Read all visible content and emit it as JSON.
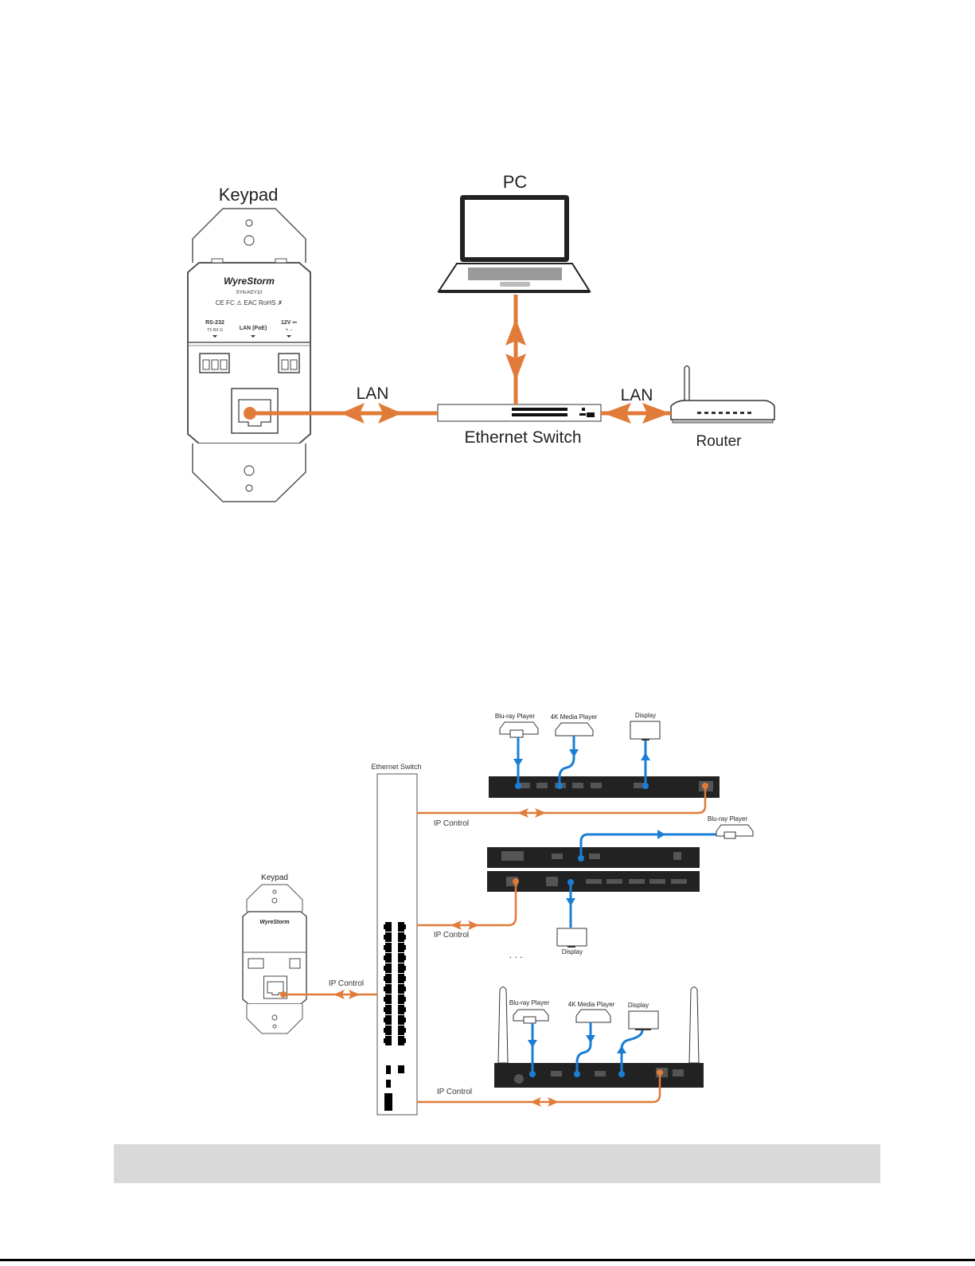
{
  "colors": {
    "lan_cable": "#e07b39",
    "av_cable": "#1a7fd4",
    "device_outline": "#4a4a4a",
    "device_body": "#222222",
    "caption_bar": "#d9d9d9"
  },
  "diagram1": {
    "keypad": {
      "label": "Keypad",
      "brand": "WyreStorm",
      "model": "SYN-KEY10",
      "cert_marks": "CE FC ⚠ EAC RoHS ✗",
      "rs232_label": "RS-232",
      "rs232_pins": "TX RX G",
      "lan_label": "LAN (PoE)",
      "power_label": "12V ⎓",
      "power_pins": "+ −"
    },
    "pc": {
      "label": "PC"
    },
    "switch": {
      "label": "Ethernet Switch"
    },
    "router": {
      "label": "Router"
    },
    "links": [
      {
        "from": "keypad",
        "to": "switch",
        "label": "LAN"
      },
      {
        "from": "switch",
        "to": "router",
        "label": "LAN"
      },
      {
        "from": "switch",
        "to": "pc",
        "label": ""
      }
    ]
  },
  "diagram2": {
    "switch": {
      "label": "Ethernet Switch"
    },
    "keypad": {
      "label": "Keypad",
      "brand": "WyreStorm",
      "link_label": "IP Control"
    },
    "system1": {
      "sources": [
        "Blu-ray Player",
        "4K Media Player"
      ],
      "sink": "Display",
      "link_label": "IP Control"
    },
    "system2": {
      "source": "Blu-ray Player",
      "sink": "Display",
      "link_label": "IP Control"
    },
    "ellipsis": ". . .",
    "system3": {
      "sources": [
        "Blu-ray Player",
        "4K Media Player"
      ],
      "sink": "Display",
      "link_label": "IP Control"
    }
  },
  "caption": {
    "text": ""
  }
}
